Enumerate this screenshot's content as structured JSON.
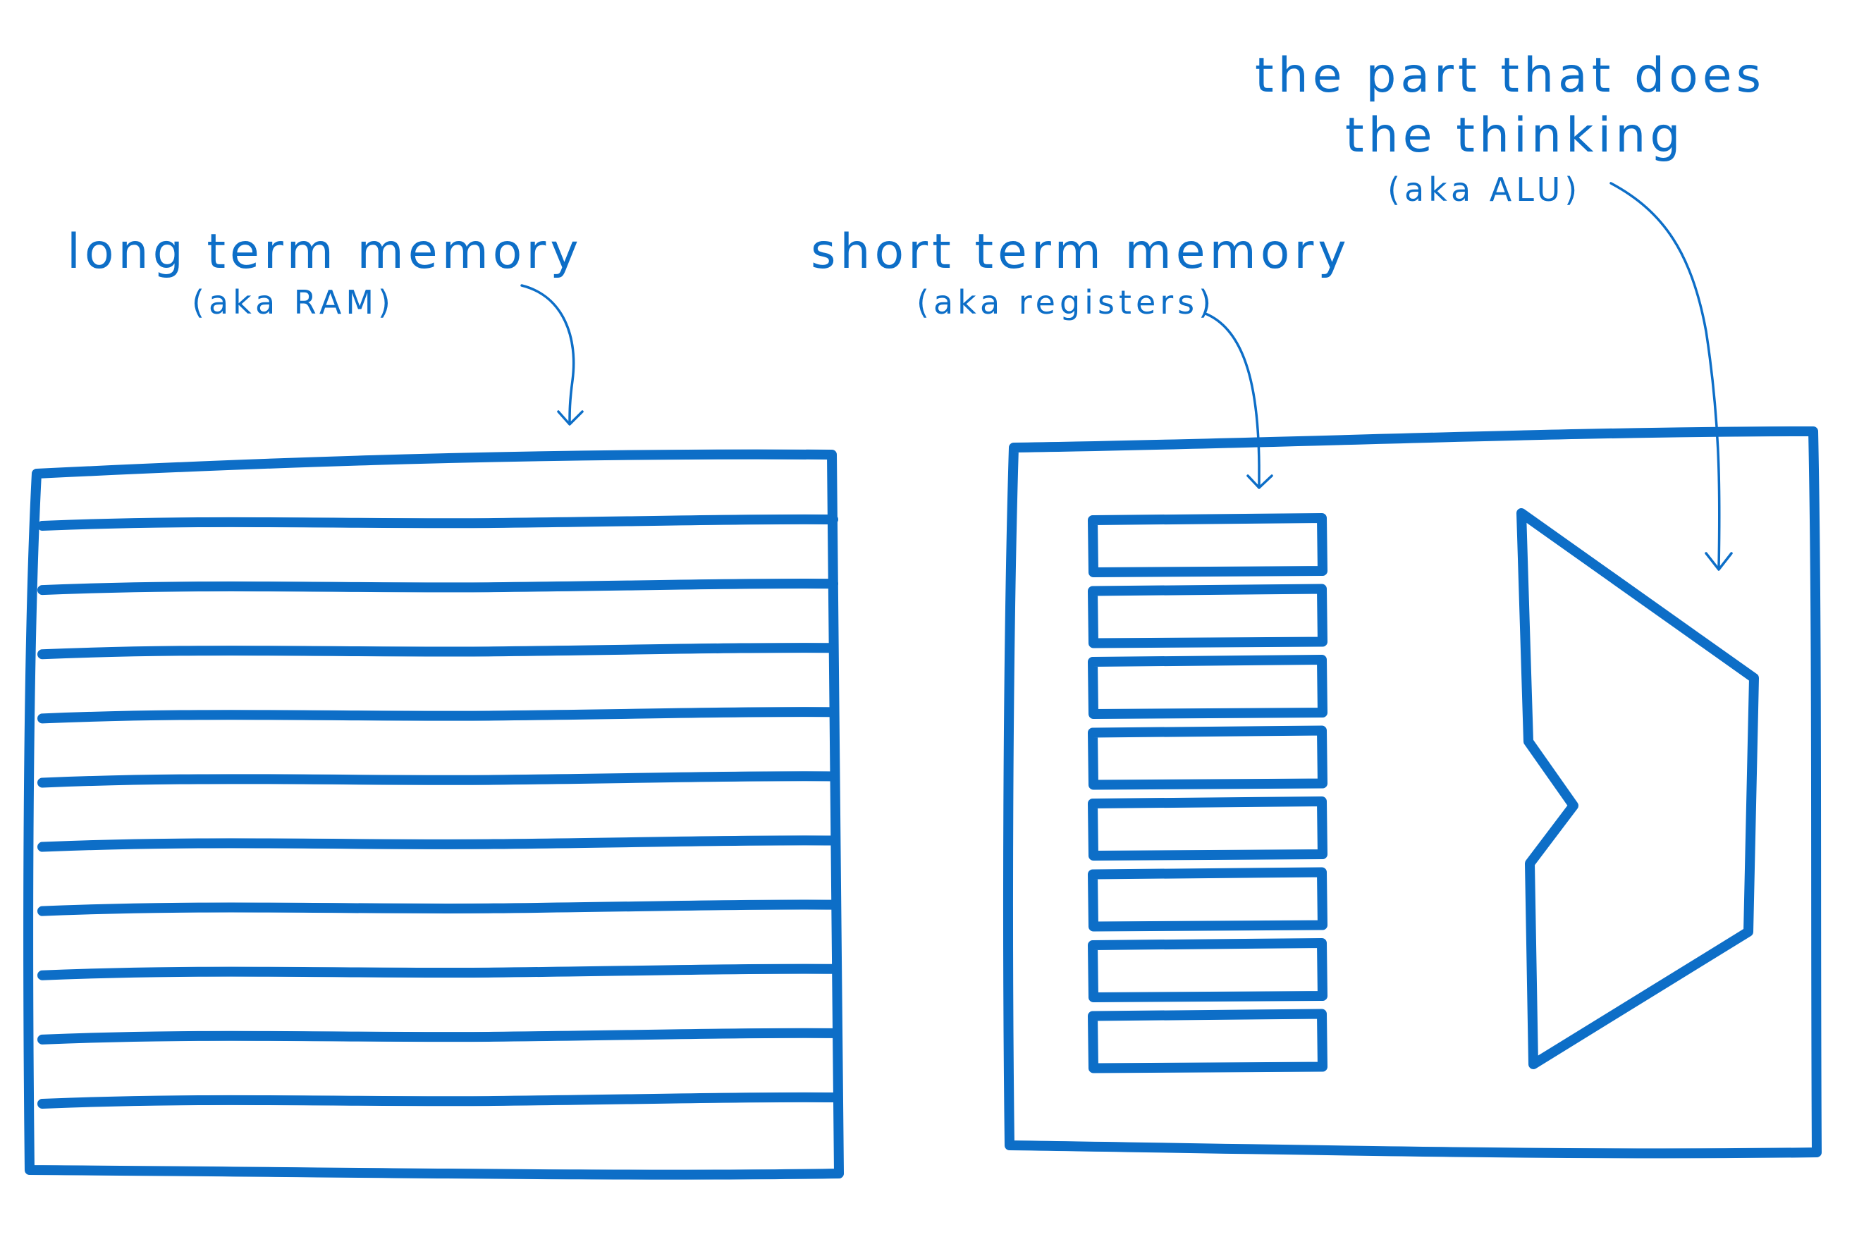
{
  "colors": {
    "ink": "#0d6ec7",
    "background": "#ffffff"
  },
  "labels": {
    "ram_title": "long term memory",
    "ram_aka": "(aka RAM)",
    "registers_title": "short term memory",
    "registers_aka": "(aka registers)",
    "alu_title_line1": "the part that does",
    "alu_title_line2": "the thinking",
    "alu_aka": "(aka ALU)"
  },
  "diagram": {
    "ram_rows": 11,
    "register_count": 8,
    "alu_shape": "alu-trapezoid"
  }
}
